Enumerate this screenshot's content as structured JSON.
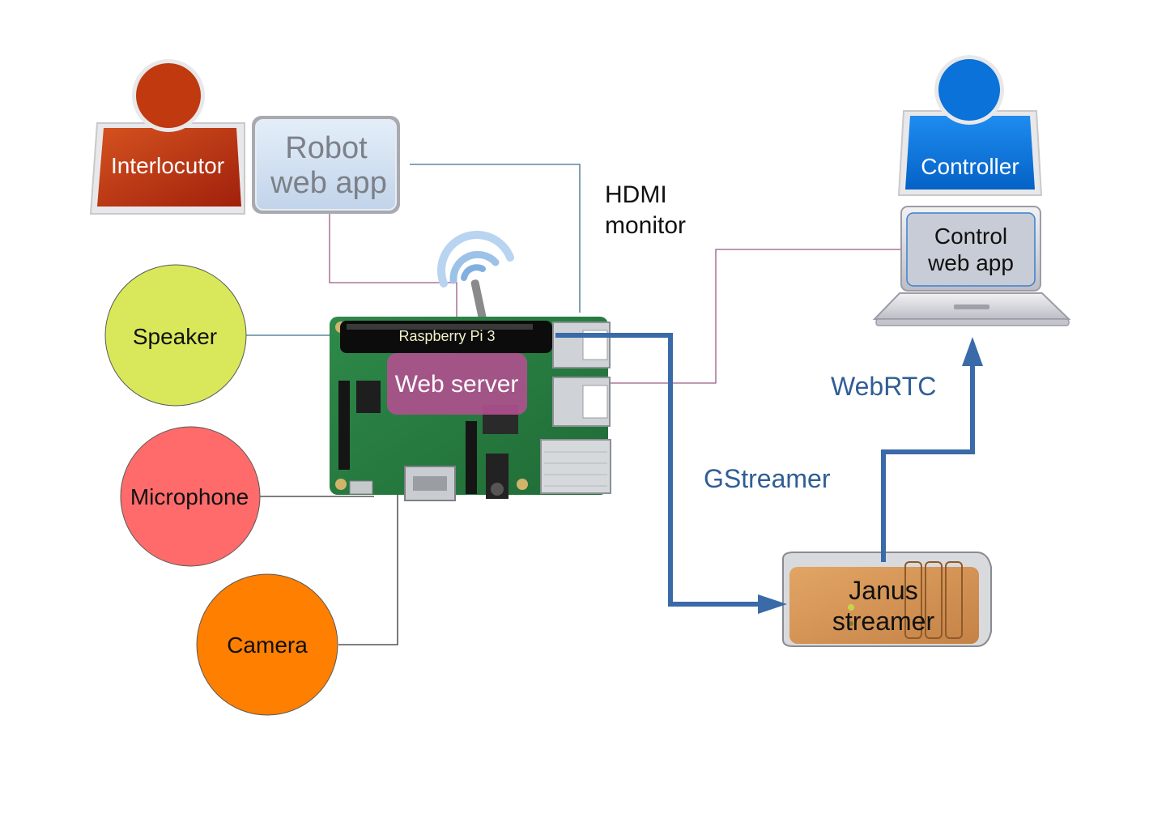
{
  "actors": {
    "interlocutor": "Interlocutor",
    "controller": "Controller"
  },
  "apps": {
    "robot_line1": "Robot",
    "robot_line2": "web app",
    "control_line1": "Control",
    "control_line2": "web app"
  },
  "board": {
    "title": "Raspberry Pi 3",
    "web_server": "Web server"
  },
  "peripherals": {
    "speaker": "Speaker",
    "microphone": "Microphone",
    "camera": "Camera"
  },
  "hdmi": {
    "line1": "HDMI",
    "line2": "monitor"
  },
  "links": {
    "gstreamer": "GStreamer",
    "webrtc": "WebRTC"
  },
  "server": {
    "line1": "Janus",
    "line2": "streamer"
  },
  "colors": {
    "interlocutor": "#c1380e",
    "controller": "#0a72d9",
    "speaker": "#d8e85a",
    "microphone": "#ff6b6b",
    "camera": "#ff7f00",
    "web_server": "#b0508f",
    "stream_arrow": "#3a6aa8",
    "janus": "#d9a062"
  }
}
